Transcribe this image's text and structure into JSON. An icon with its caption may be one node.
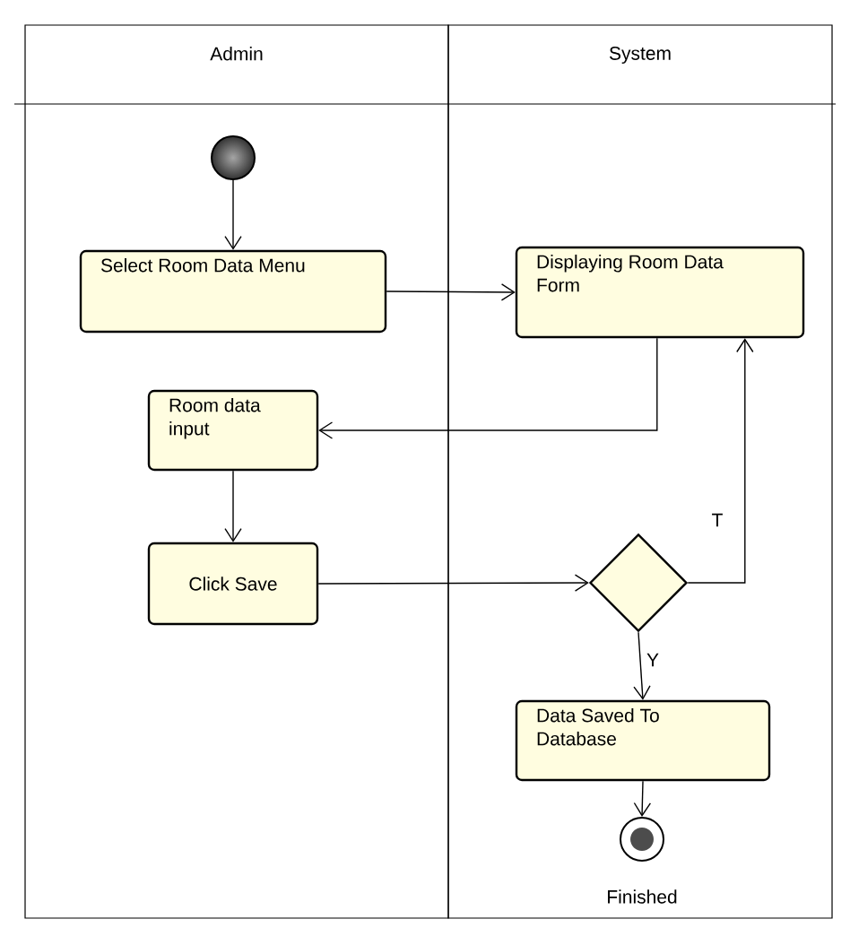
{
  "diagram": {
    "nodes": [
      {
        "text": [
          "Admin"
        ]
      },
      {
        "text": [
          "System"
        ]
      },
      {
        "text": [],
        "shape": "circle",
        "in": 0
      },
      {
        "text": [
          "Select Room Data Menu"
        ],
        "in": 0
      },
      {
        "text": [
          "Displaying Room Data Form"
        ],
        "in": 1
      },
      {
        "text": [
          "Room data input"
        ],
        "in": 0
      },
      {
        "text": [
          "Click Save"
        ],
        "in": 0
      },
      {
        "text": [],
        "shape": "diamond",
        "in": 1
      },
      {
        "text": [
          "Data Saved To Database"
        ],
        "in": 1
      },
      {
        "text": [],
        "shape": "circle",
        "in": 1,
        "beside": [
          "Finished"
        ]
      }
    ],
    "edges": [
      {
        "from": 2,
        "to": 3,
        "arrow": "to"
      },
      {
        "from": 3,
        "to": 4,
        "arrow": "to"
      },
      {
        "from": 4,
        "to": 5,
        "arrow": "to"
      },
      {
        "from": 5,
        "to": 6,
        "arrow": "to"
      },
      {
        "from": 6,
        "to": 7,
        "arrow": "to"
      },
      {
        "from": 7,
        "to": 4,
        "arrow": "to",
        "label": "T"
      },
      {
        "from": 7,
        "to": 8,
        "arrow": "to",
        "label": "Y"
      },
      {
        "from": 8,
        "to": 9,
        "arrow": "to"
      }
    ]
  }
}
